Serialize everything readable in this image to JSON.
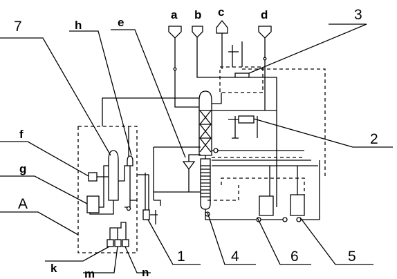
{
  "labels": {
    "a": "a",
    "b": "b",
    "c": "c",
    "d": "d",
    "e": "e",
    "f": "f",
    "g": "g",
    "h": "h",
    "k": "k",
    "m": "m",
    "n": "n",
    "A": "A",
    "n1": "1",
    "n2": "2",
    "n3": "3",
    "n4": "4",
    "n5": "5",
    "n6": "6",
    "n7": "7"
  }
}
